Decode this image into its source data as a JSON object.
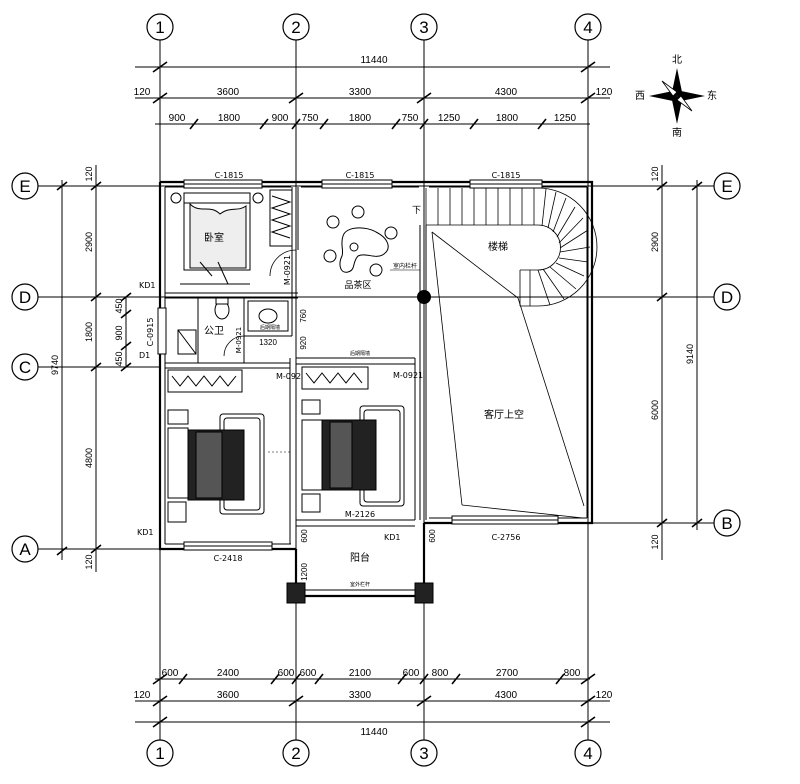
{
  "axes": {
    "vertical": [
      "1",
      "2",
      "3",
      "4"
    ],
    "horizontal": [
      "E",
      "D",
      "C",
      "A",
      "B"
    ]
  },
  "dims_top": {
    "total": "11440",
    "edge_left": "120",
    "edge_right": "120",
    "bays": [
      "3600",
      "3300",
      "4300"
    ],
    "sub": [
      "900",
      "1800",
      "900",
      "750",
      "1800",
      "750",
      "1250",
      "1800",
      "1250"
    ]
  },
  "dims_bottom": {
    "sub": [
      "600",
      "2400",
      "600",
      "600",
      "2100",
      "600",
      "800",
      "2700",
      "800"
    ],
    "edge_left": "120",
    "edge_right": "120",
    "bays": [
      "3600",
      "3300",
      "4300"
    ],
    "total": "11440"
  },
  "dims_left": {
    "total": "9740",
    "segments": [
      "120",
      "2900",
      "1800",
      "4800",
      "120"
    ],
    "sub": [
      "450",
      "900",
      "450"
    ]
  },
  "dims_right": {
    "total": "9140",
    "segments": [
      "120",
      "2900",
      "6000",
      "120"
    ]
  },
  "compass": {
    "north": "北",
    "east": "东",
    "south": "南",
    "west": "西"
  },
  "windows": {
    "w1": "C-1815",
    "w2": "C-1815",
    "w3": "C-1815",
    "w4": "C-2418",
    "w5": "C-2756",
    "w6": "C-0915"
  },
  "doors": {
    "m1": "M-0921",
    "m2": "M-0921",
    "m3": "M-0921",
    "m4": "M-0921",
    "m5": "M-2126",
    "kd1a": "KD1",
    "kd1b": "KD1",
    "kd1c": "KD1",
    "d1": "D1"
  },
  "rooms": {
    "bedroom": "卧室",
    "bathroom": "公卫",
    "tea": "品茶区",
    "stairs": "楼梯",
    "void": "客厅上空",
    "balcony": "阳台",
    "down": "下"
  },
  "notes": {
    "railing1": "室内栏杆",
    "railing2": "室外栏杆",
    "fixture1": "后期隔墙",
    "fixture2": "后期隔墙",
    "w1320": "1320",
    "d760": "760",
    "d920": "920",
    "d600a": "600",
    "d600b": "600",
    "d1200": "1200"
  }
}
